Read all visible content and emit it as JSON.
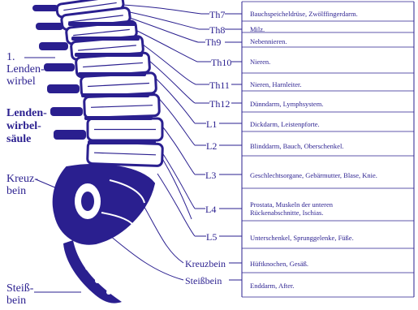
{
  "colors": {
    "ink": "#2a1f8f",
    "bone_fill": "#ffffff",
    "background": "#ffffff"
  },
  "left_labels": {
    "lenden_wirbel": [
      "1.",
      "Lenden-",
      "wirbel"
    ],
    "lendenwirbelsaeule": [
      "Lenden-",
      "wirbel-",
      "säule"
    ],
    "kreuzbein": [
      "Kreuz-",
      "bein"
    ],
    "steissbein": [
      "Steiß-",
      "bein"
    ]
  },
  "rows": [
    {
      "code": "Th7",
      "text": [
        "Bauchspeicheldrüse, Zwölffingerdarm."
      ]
    },
    {
      "code": "Th8",
      "text": [
        "Milz."
      ]
    },
    {
      "code": "Th9",
      "text": [
        "Nebennieren."
      ]
    },
    {
      "code": "Th10",
      "text": [
        "Nieren."
      ]
    },
    {
      "code": "Th11",
      "text": [
        "Nieren, Harnleiter."
      ]
    },
    {
      "code": "Th12",
      "text": [
        "Dünndarm, Lymphsystem."
      ]
    },
    {
      "code": "L1",
      "text": [
        "Dickdarm, Leistenpforte."
      ]
    },
    {
      "code": "L2",
      "text": [
        "Blinddarm, Bauch, Oberschenkel."
      ]
    },
    {
      "code": "L3",
      "text": [
        "Geschlechtsorgane, Gebärmutter, Blase, Knie."
      ]
    },
    {
      "code": "L4",
      "text": [
        "Prostata, Muskeln der unteren",
        "Rückenabschnitte, Ischias."
      ]
    },
    {
      "code": "L5",
      "text": [
        "Unterschenkel, Sprunggelenke, Füße."
      ]
    },
    {
      "code": "Kreuzbein",
      "text": [
        "Hüftknochen, Gesäß."
      ]
    },
    {
      "code": "Steißbein",
      "text": [
        "Enddarm, After."
      ]
    }
  ]
}
